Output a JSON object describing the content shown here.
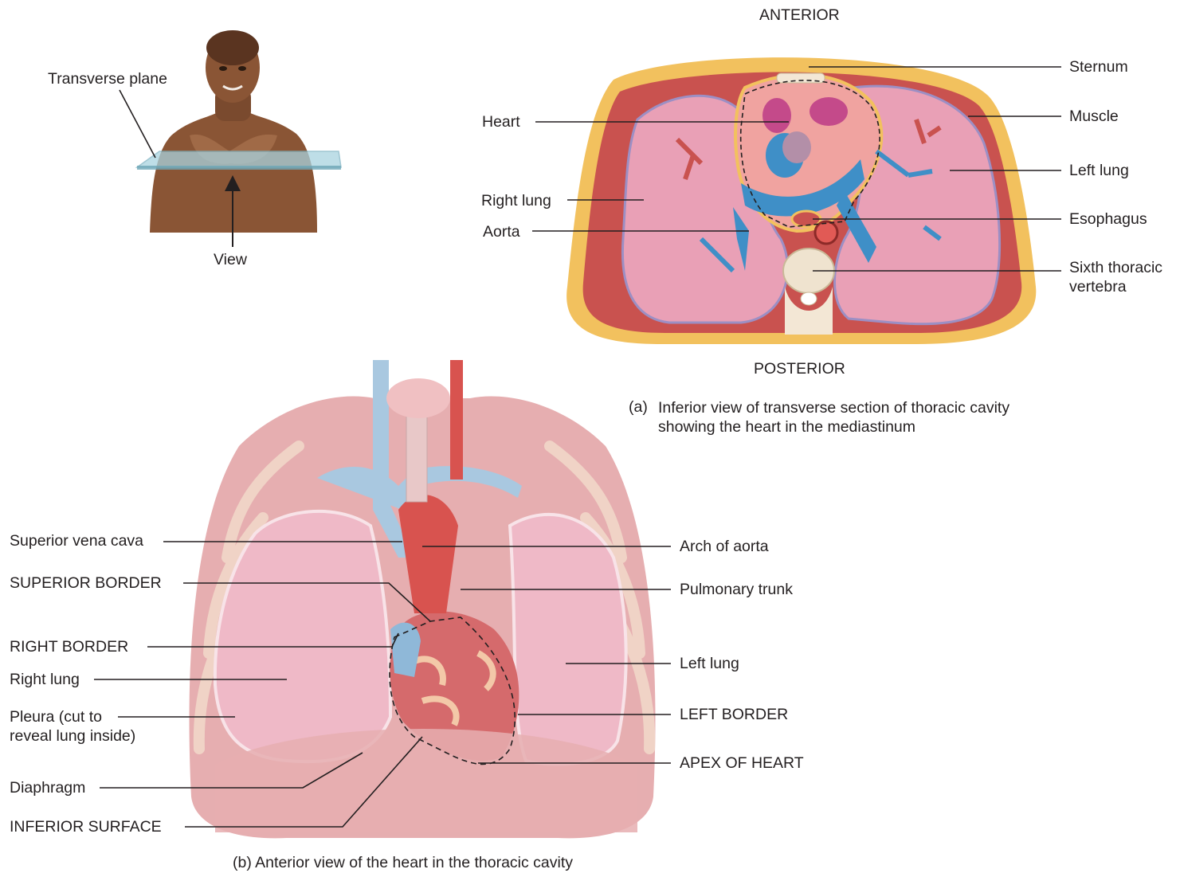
{
  "figure_a": {
    "orientation_top": "ANTERIOR",
    "orientation_bottom": "POSTERIOR",
    "caption_letter": "(a)",
    "caption_line1": "Inferior view of transverse section of thoracic cavity",
    "caption_line2": "showing the heart in the mediastinum",
    "inset": {
      "plane_label": "Transverse plane",
      "view_label": "View"
    },
    "labels_left": [
      "Heart",
      "Right lung",
      "Aorta"
    ],
    "labels_right": [
      "Sternum",
      "Muscle",
      "Left lung",
      "Esophagus",
      "Sixth thoracic",
      "vertebra"
    ]
  },
  "figure_b": {
    "caption": "(b) Anterior view of the heart in the thoracic cavity",
    "labels_left": [
      "Superior vena cava",
      "SUPERIOR BORDER",
      "RIGHT BORDER",
      "Right lung",
      "Pleura (cut to",
      "reveal lung inside)",
      "Diaphragm",
      "INFERIOR SURFACE"
    ],
    "labels_right": [
      "Arch of aorta",
      "Pulmonary trunk",
      "Left lung",
      "LEFT BORDER",
      "APEX OF HEART"
    ]
  },
  "colors": {
    "lung_pink": "#e9a0b6",
    "muscle_red": "#c9524f",
    "fat_yellow": "#f2c15e",
    "vein_blue": "#3f8fc7",
    "artery_red": "#d8534f",
    "skin_brown": "#8a5535",
    "plane_glass": "#a9d3df",
    "rib_tan": "#f0d3c6"
  }
}
